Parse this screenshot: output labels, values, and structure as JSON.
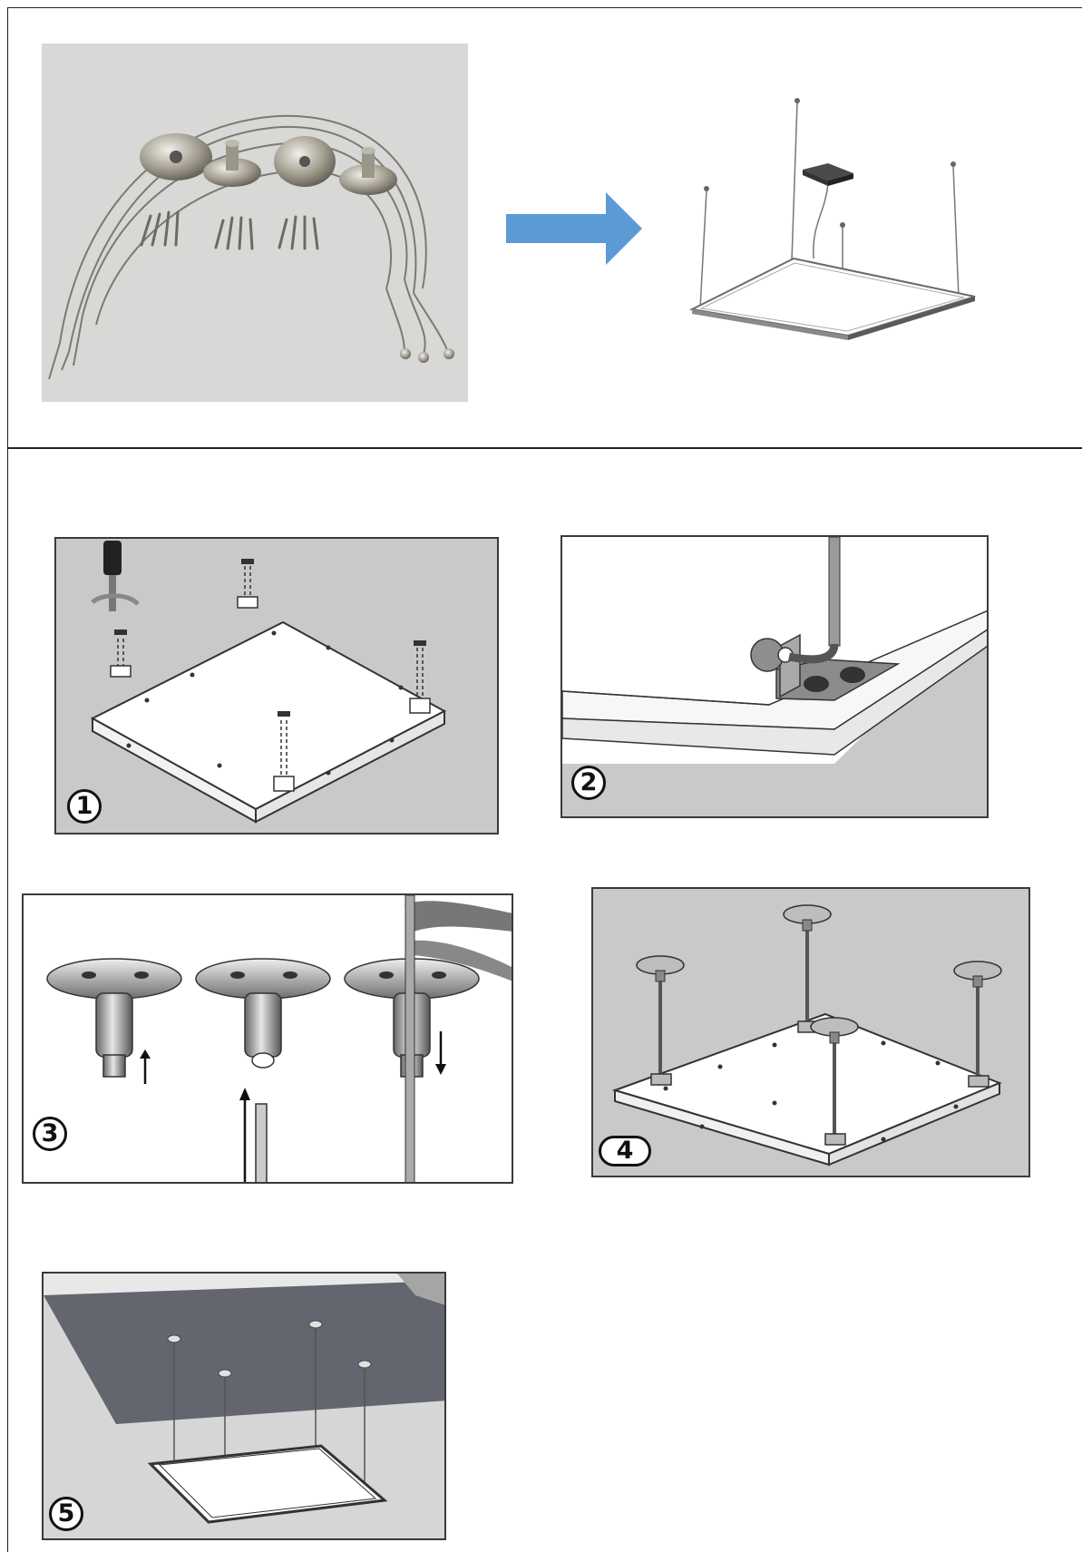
{
  "steps": [
    {
      "number": "1"
    },
    {
      "number": "2"
    },
    {
      "number": "3"
    },
    {
      "number": "4"
    },
    {
      "number": "5"
    }
  ],
  "colors": {
    "arrow": "#5b9bd5",
    "panel_background": "#c9c9c9",
    "ceiling": "#63656f",
    "photo_background": "#d6d6d4"
  }
}
